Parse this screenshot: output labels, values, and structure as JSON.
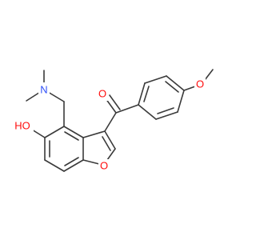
{
  "molecule": {
    "atoms": [
      {
        "id": "n1",
        "label": "N",
        "color": "#3050F8"
      },
      {
        "id": "o_carbonyl",
        "label": "O",
        "color": "#FF0D0D"
      },
      {
        "id": "o_methoxy",
        "label": "O",
        "color": "#FF0D0D"
      },
      {
        "id": "o_hydroxy",
        "label": "HO",
        "color": "#FF0D0D"
      },
      {
        "id": "o_furan",
        "label": "O",
        "color": "#FF0D0D"
      }
    ],
    "bond_color": "#3a3a3a"
  }
}
